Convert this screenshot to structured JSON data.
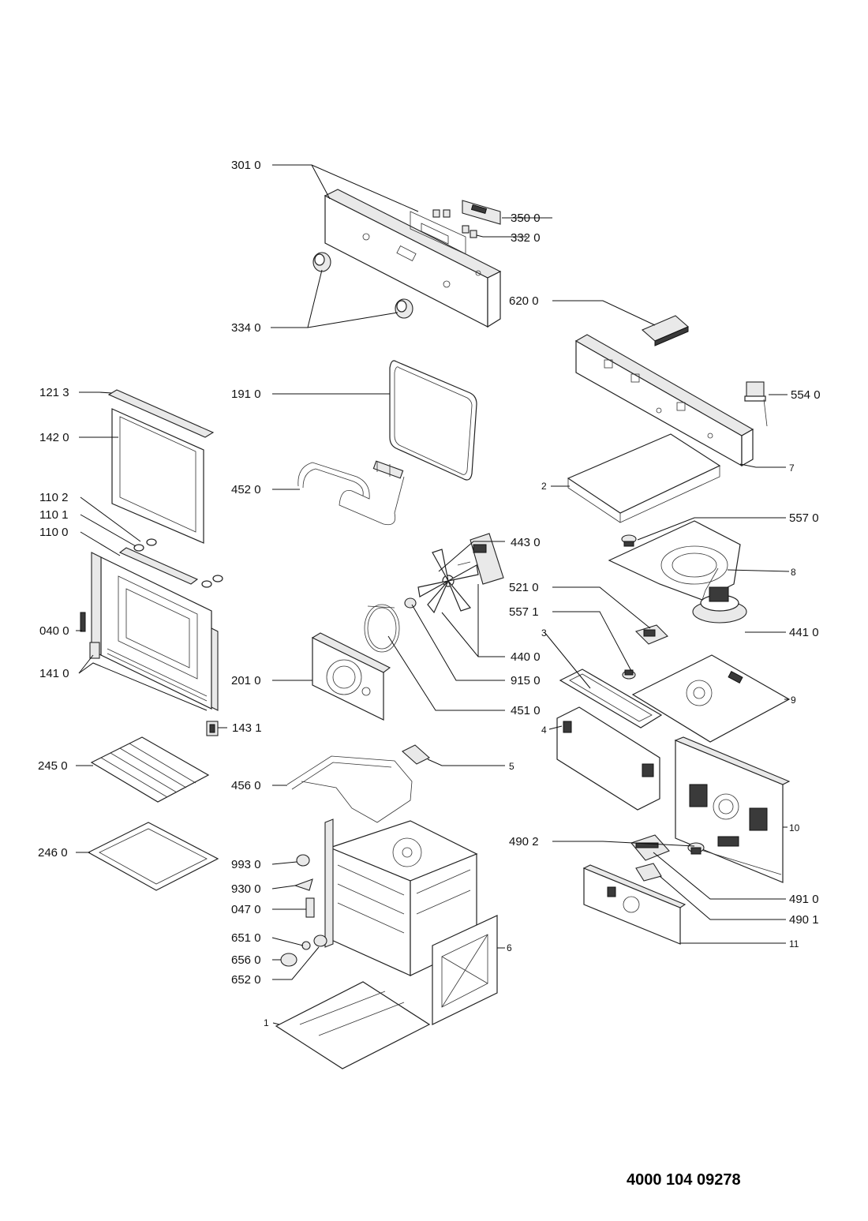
{
  "document_number": "4000 104 09278",
  "callouts": {
    "c3010": "301 0",
    "c3500": "350 0",
    "c3320": "332 0",
    "c3340": "334 0",
    "c6200": "620 0",
    "c5540": "554 0",
    "c7": "7",
    "c2": "2",
    "c5570": "557 0",
    "c8": "8",
    "c4410": "441 0",
    "c4430": "443 0",
    "c5210": "521 0",
    "c5571": "557 1",
    "c3": "3",
    "c4400": "440 0",
    "c9150": "915 0",
    "c4510": "451 0",
    "c9": "9",
    "c4": "4",
    "c1213": "121 3",
    "c1420": "142 0",
    "c1102": "110 2",
    "c1101": "110 1",
    "c1100": "110 0",
    "c0400": "040 0",
    "c1410": "141 0",
    "c1431": "143 1",
    "c1910": "191 0",
    "c4520": "452 0",
    "c2010": "201 0",
    "c2450": "245 0",
    "c2460": "246 0",
    "c4560": "456 0",
    "c5": "5",
    "c4902": "490 2",
    "c10": "10",
    "c9930": "993 0",
    "c9300": "930 0",
    "c0470": "047 0",
    "c6510": "651 0",
    "c6560": "656 0",
    "c6520": "652 0",
    "c1": "1",
    "c6": "6",
    "c4910": "491 0",
    "c4901": "490 1",
    "c11": "11"
  }
}
